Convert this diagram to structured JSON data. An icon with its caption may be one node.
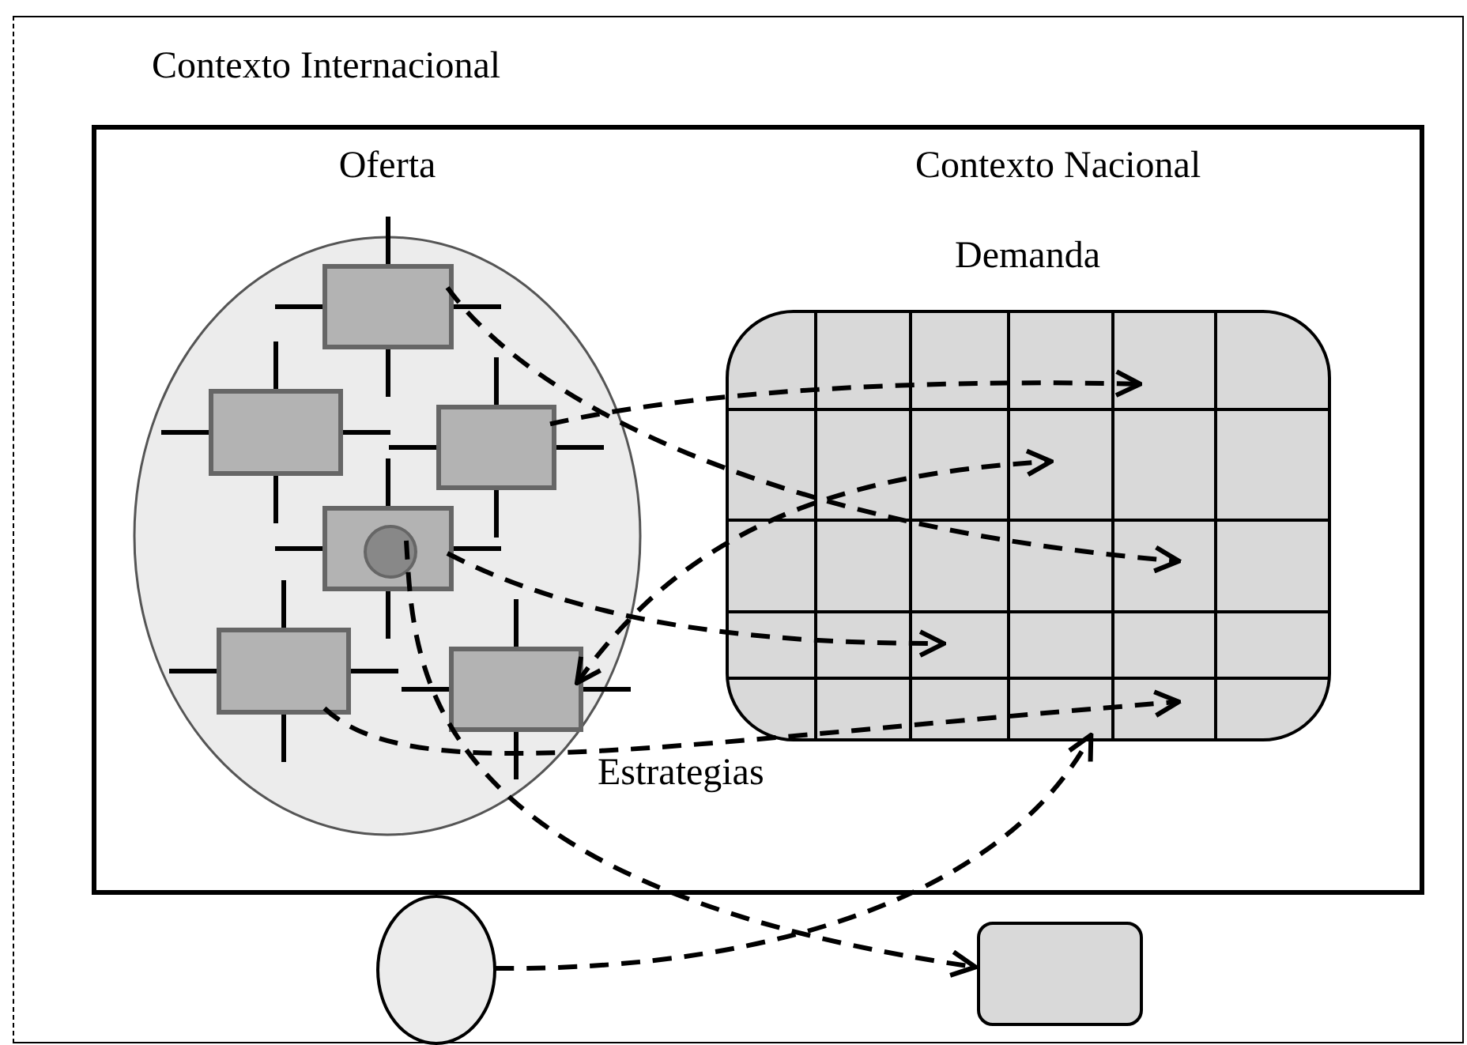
{
  "diagram": {
    "nodes": [
      {
        "text": [
          "Contexto Internacional"
        ]
      },
      {
        "text": [
          "Contexto Nacional"
        ],
        "in": 0
      },
      {
        "text": [
          "Oferta"
        ],
        "in": 1
      },
      {
        "text": [],
        "shape": "box",
        "in": 2
      },
      {
        "text": [],
        "shape": "box",
        "in": 2
      },
      {
        "text": [],
        "shape": "box",
        "in": 2
      },
      {
        "text": [],
        "shape": "box",
        "in": 2
      },
      {
        "text": [],
        "shape": "box",
        "in": 2
      },
      {
        "text": [],
        "shape": "box",
        "in": 2
      },
      {
        "text": [],
        "shape": "circle",
        "in": 6
      },
      {
        "text": [
          "Demanda"
        ],
        "in": 1
      },
      {
        "text": [],
        "shape": "ellipse",
        "in": 0
      },
      {
        "text": [],
        "shape": "box",
        "in": 0
      }
    ],
    "edges": [
      {
        "from": 3,
        "to": 10,
        "arrow": "to",
        "style": "dashed"
      },
      {
        "from": 5,
        "to": 10,
        "arrow": "to",
        "style": "dashed"
      },
      {
        "from": 6,
        "to": 10,
        "arrow": "to",
        "style": "dashed"
      },
      {
        "from": 8,
        "to": 10,
        "arrow": "both",
        "style": "dashed"
      },
      {
        "from": 7,
        "to": 10,
        "arrow": "to",
        "style": "dashed"
      },
      {
        "from": 9,
        "to": 12,
        "arrow": "to",
        "style": "dashed"
      },
      {
        "from": 11,
        "to": 10,
        "arrow": "to",
        "style": "dashed"
      }
    ],
    "labels": [
      "Estrategias"
    ]
  }
}
